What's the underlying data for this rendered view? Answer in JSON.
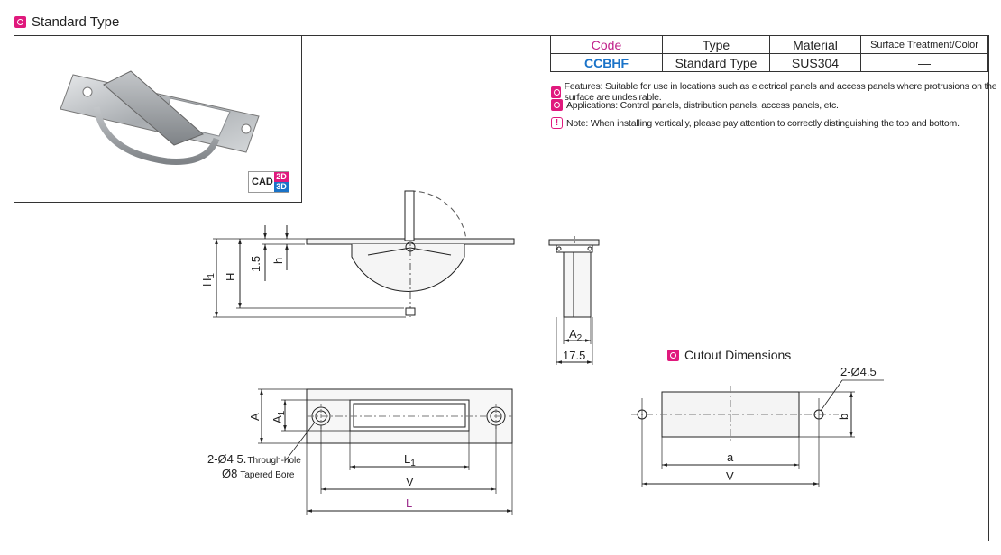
{
  "header": {
    "title": "Standard Type"
  },
  "cad": {
    "label": "CAD",
    "two_d": "2D",
    "three_d": "3D",
    "two_d_color": "#e0197d",
    "three_d_color": "#1a73c8"
  },
  "spec_table": {
    "headers": [
      "Code",
      "Type",
      "Material",
      "Surface Treatment/Color"
    ],
    "row": {
      "code": "CCBHF",
      "type": "Standard Type",
      "material": "SUS304",
      "surface": "—"
    }
  },
  "notes": {
    "features": "Features: Suitable for use in locations such as electrical panels and access panels where protrusions on the surface are undesirable.",
    "applications": "Applications: Control panels, distribution panels, access panels, etc.",
    "note": "Note: When installing vertically, please pay attention to correctly distinguishing the top and bottom."
  },
  "drawing": {
    "side_labels": {
      "H1": "H",
      "H1_sub": "1",
      "H": "H",
      "h15": "1.5",
      "h": "h"
    },
    "end_labels": {
      "A2": "A",
      "A2_sub": "2",
      "width": "17.5"
    },
    "front_labels": {
      "A": "A",
      "A1": "A",
      "A1_sub": "1",
      "L1": "L",
      "L1_sub": "1",
      "V": "V",
      "L": "L",
      "hole_callout": "2-Ø4 5.",
      "hole_through": "Through-hole",
      "bore": "Ø8",
      "bore_note": "Tapered Bore"
    },
    "cutout_title": "Cutout Dimensions",
    "cutout_labels": {
      "holes": "2-Ø4.5",
      "b": "b",
      "a": "a",
      "V": "V"
    }
  },
  "colors": {
    "accent": "#e0197d",
    "code_blue": "#1a73c8",
    "L_label": "#9b2c8c"
  }
}
